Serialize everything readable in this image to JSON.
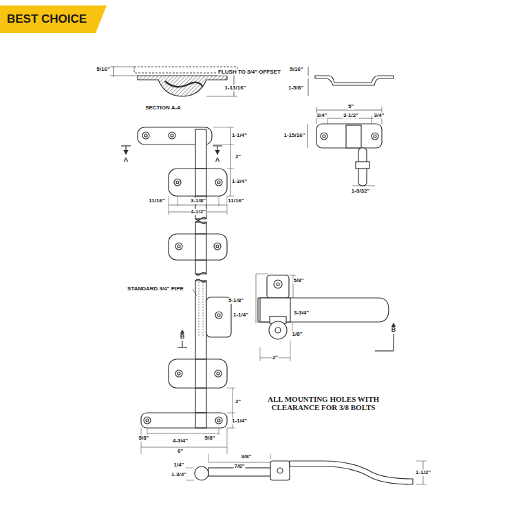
{
  "diagram": {
    "nodes": [
      {
        "text": [
          "BEST CHOICE"
        ]
      }
    ],
    "labels": [
      "5/16\"",
      "FLUSH TO 3/4\" OFFSET",
      "5/16\"",
      "1-13/16\"",
      "SECTION A-A",
      "1-5/8\"",
      "5\"",
      "3/4\"",
      "3-1/2\"",
      "3/4\"",
      "1-15/16\"",
      "1-9/32\"",
      "A",
      "A",
      "1-1/4\"",
      "2\"",
      "1-3/4\"",
      "11/16\"",
      "3-1/8\"",
      "11/16\"",
      "4-1/2\"",
      "STANDARD 3/4\" PIPE",
      "5/8\"",
      "5-1/8\"",
      "1-1/4\"",
      "3-3/4\"",
      "1/8\"",
      "2\"",
      "B",
      "B",
      "ALL MOUNTING HOLES WITH CLEARANCE FOR 3/8 BOLTS",
      "2\"",
      "1-1/4\"",
      "5/8\"",
      "4-3/4\"",
      "5/8\"",
      "6\"",
      "1/4\"",
      "3/8\"",
      "7/8\"",
      "1-3/4\"",
      "1-1/2\""
    ]
  }
}
